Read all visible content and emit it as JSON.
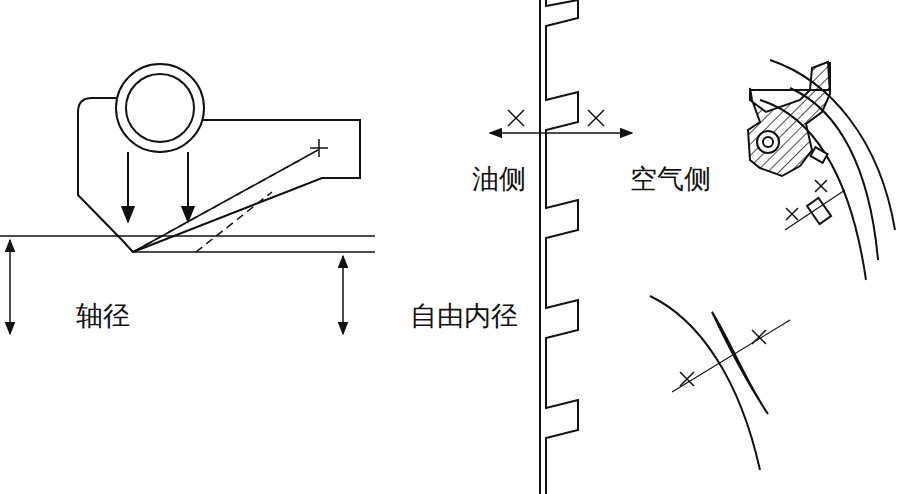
{
  "diagram": {
    "labels": [
      "油侧",
      "空气侧",
      "轴径",
      "自由内径"
    ]
  }
}
